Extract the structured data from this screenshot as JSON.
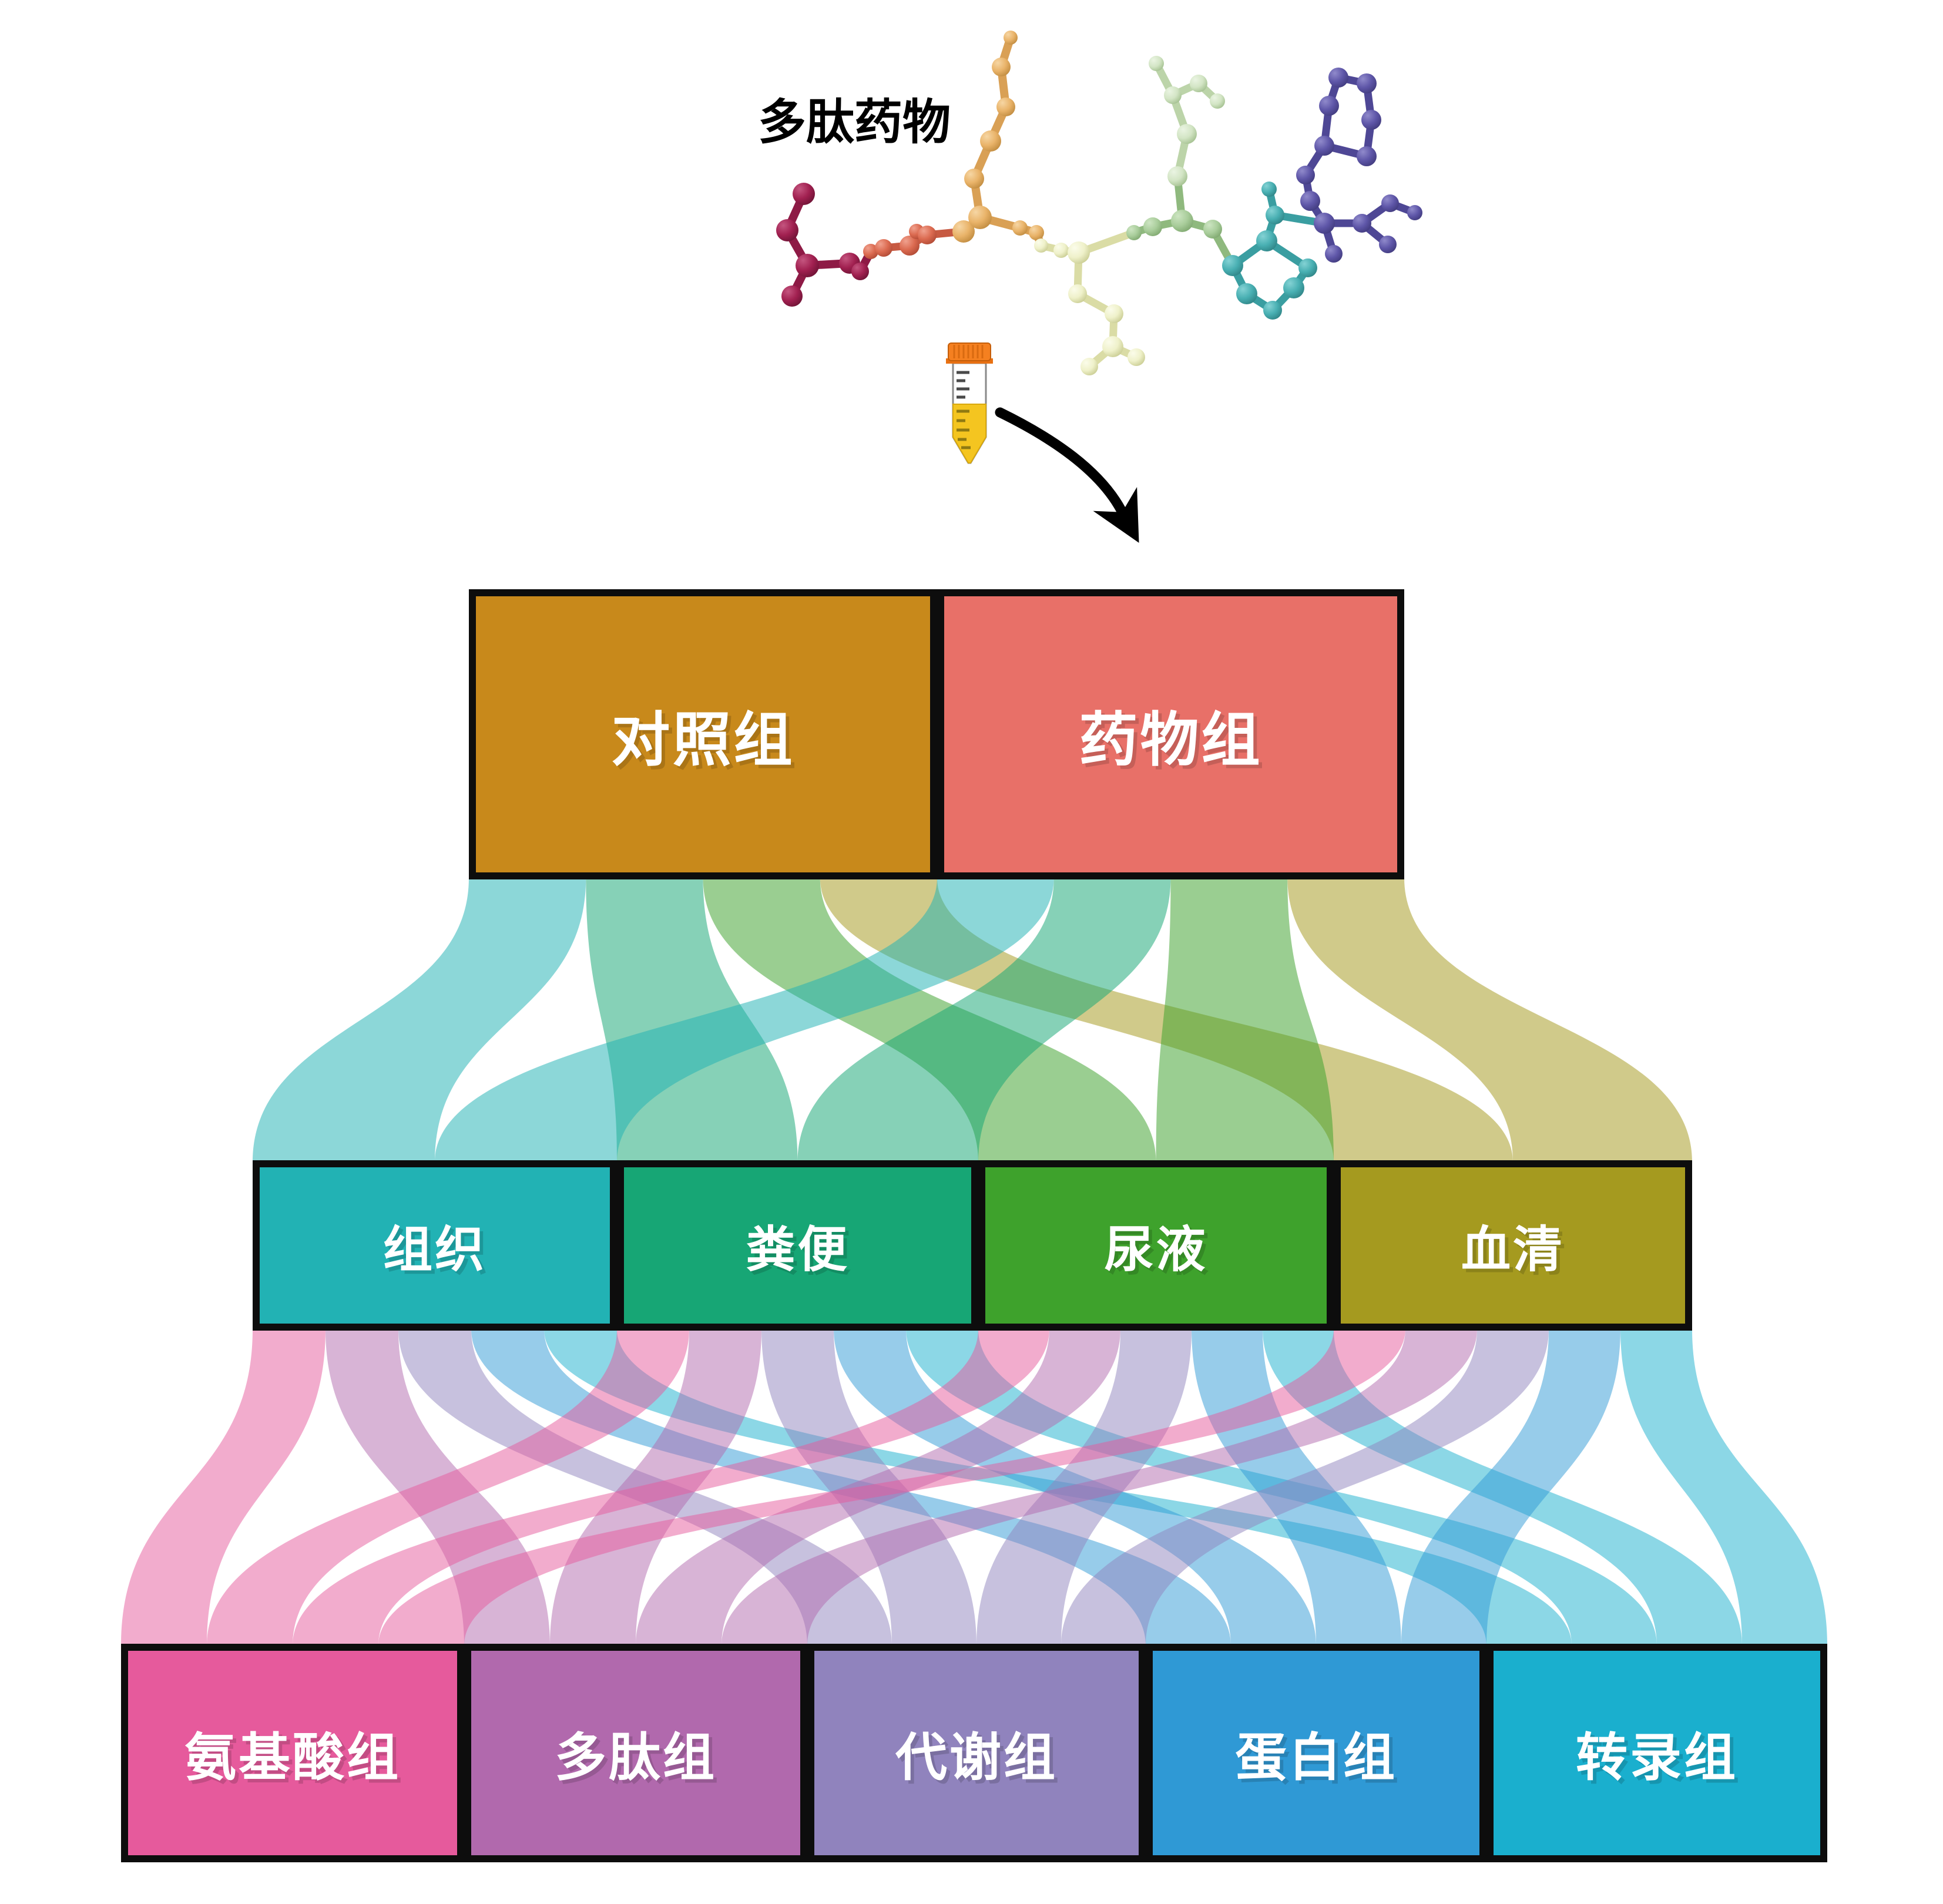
{
  "figure": {
    "title": "多肽药物",
    "levels": {
      "groups": {
        "items": [
          {
            "label": "对照组",
            "color": "#C8891B"
          },
          {
            "label": "药物组",
            "color": "#E87068"
          }
        ]
      },
      "samples": {
        "items": [
          {
            "label": "组织",
            "color": "#22B2B4"
          },
          {
            "label": "粪便",
            "color": "#17A675"
          },
          {
            "label": "尿液",
            "color": "#3EA22C"
          },
          {
            "label": "血清",
            "color": "#A59A1F"
          }
        ]
      },
      "omics": {
        "items": [
          {
            "label": "氨基酸组",
            "color": "#E65A9C"
          },
          {
            "label": "多肽组",
            "color": "#B169AD"
          },
          {
            "label": "代谢组",
            "color": "#9083BD"
          },
          {
            "label": "蛋白组",
            "color": "#2F99D5"
          },
          {
            "label": "转录组",
            "color": "#1AAFCE"
          }
        ]
      }
    }
  },
  "chart_data": {
    "type": "sankey-diagram",
    "flows_groups_to_samples": [
      [
        "对照组",
        "组织"
      ],
      [
        "对照组",
        "粪便"
      ],
      [
        "对照组",
        "尿液"
      ],
      [
        "对照组",
        "血清"
      ],
      [
        "药物组",
        "组织"
      ],
      [
        "药物组",
        "粪便"
      ],
      [
        "药物组",
        "尿液"
      ],
      [
        "药物组",
        "血清"
      ]
    ],
    "flows_samples_to_omics": [
      [
        "组织",
        "氨基酸组"
      ],
      [
        "组织",
        "多肽组"
      ],
      [
        "组织",
        "代谢组"
      ],
      [
        "组织",
        "蛋白组"
      ],
      [
        "组织",
        "转录组"
      ],
      [
        "粪便",
        "氨基酸组"
      ],
      [
        "粪便",
        "多肽组"
      ],
      [
        "粪便",
        "代谢组"
      ],
      [
        "粪便",
        "蛋白组"
      ],
      [
        "粪便",
        "转录组"
      ],
      [
        "尿液",
        "氨基酸组"
      ],
      [
        "尿液",
        "多肽组"
      ],
      [
        "尿液",
        "代谢组"
      ],
      [
        "尿液",
        "蛋白组"
      ],
      [
        "尿液",
        "转录组"
      ],
      [
        "血清",
        "氨基酸组"
      ],
      [
        "血清",
        "多肽组"
      ],
      [
        "血清",
        "代谢组"
      ],
      [
        "血清",
        "蛋白组"
      ],
      [
        "血清",
        "转录组"
      ]
    ]
  }
}
